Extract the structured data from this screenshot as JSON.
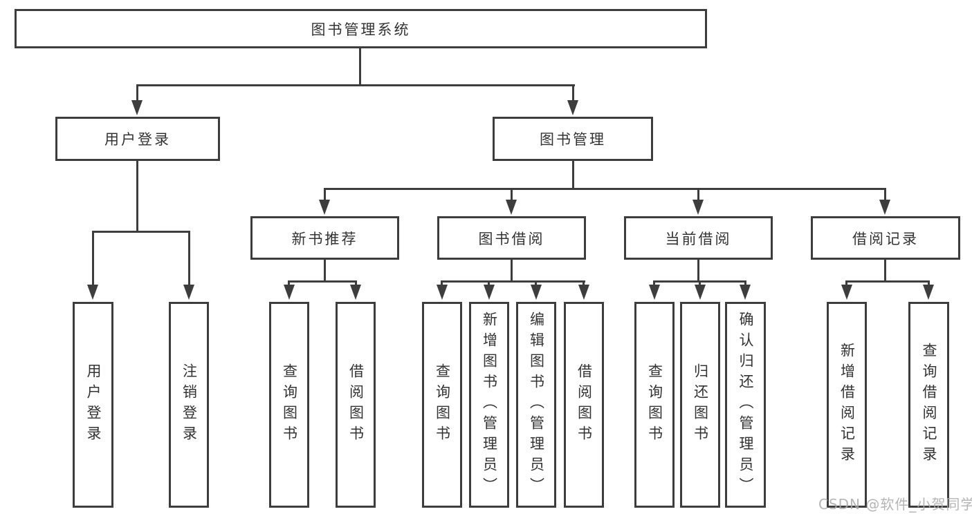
{
  "diagram_title": "图书管理系统",
  "nodes": {
    "root": "图书管理系统",
    "l2": [
      {
        "label": "用户登录"
      },
      {
        "label": "图书管理"
      }
    ],
    "l3": [
      {
        "label": "新书推荐"
      },
      {
        "label": "图书借阅"
      },
      {
        "label": "当前借阅"
      },
      {
        "label": "借阅记录"
      }
    ],
    "leaves": {
      "user": [
        "用户登录",
        "注销登录"
      ],
      "newbook": [
        "查询图书",
        "借阅图书"
      ],
      "borrow": [
        "查询图书",
        "新增图书（管理员）",
        "编辑图书（管理员）",
        "借阅图书"
      ],
      "current": [
        "查询图书",
        "归还图书",
        "确认归还（管理员）"
      ],
      "records": [
        "新增借阅记录",
        "查询借阅记录"
      ]
    }
  },
  "hierarchy": {
    "图书管理系统": {
      "用户登录": [
        "用户登录",
        "注销登录"
      ],
      "图书管理": {
        "新书推荐": [
          "查询图书",
          "借阅图书"
        ],
        "图书借阅": [
          "查询图书",
          "新增图书（管理员）",
          "编辑图书（管理员）",
          "借阅图书"
        ],
        "当前借阅": [
          "查询图书",
          "归还图书",
          "确认归还（管理员）"
        ],
        "借阅记录": [
          "新增借阅记录",
          "查询借阅记录"
        ]
      }
    }
  },
  "watermark": "CSDN @软件_小贺同学",
  "colors": {
    "line": "#3d3d3d",
    "text": "#333333",
    "watermark": "#ababab",
    "background": "#ffffff"
  }
}
